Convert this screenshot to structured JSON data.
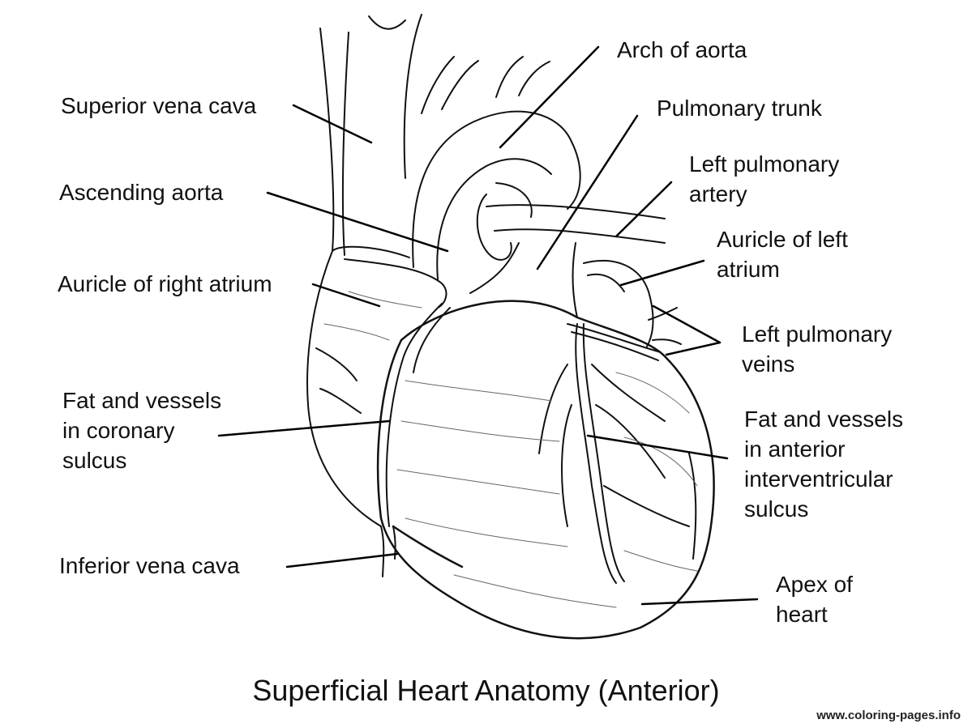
{
  "title": "Superficial Heart Anatomy (Anterior)",
  "watermark": "www.coloring-pages.info",
  "labels": {
    "superior_vena_cava": {
      "line1": "Superior vena cava"
    },
    "ascending_aorta": {
      "line1": "Ascending aorta"
    },
    "auricle_right_atrium": {
      "line1": "Auricle of right atrium"
    },
    "fat_coronary": {
      "line1": "Fat and vessels",
      "line2": "in coronary",
      "line3": "sulcus"
    },
    "inferior_vena_cava": {
      "line1": "Inferior vena cava"
    },
    "arch_of_aorta": {
      "line1": "Arch of aorta"
    },
    "pulmonary_trunk": {
      "line1": "Pulmonary trunk"
    },
    "left_pulmonary_artery": {
      "line1": "Left pulmonary",
      "line2": "artery"
    },
    "auricle_left_atrium": {
      "line1": "Auricle of left",
      "line2": "atrium"
    },
    "left_pulmonary_veins": {
      "line1": "Left pulmonary",
      "line2": "veins"
    },
    "fat_anterior": {
      "line1": "Fat and vessels",
      "line2": "in anterior",
      "line3": "interventricular",
      "line4": "sulcus"
    },
    "apex": {
      "line1": "Apex of",
      "line2": "heart"
    }
  },
  "colors": {
    "ink": "#111111",
    "paper": "#ffffff"
  }
}
